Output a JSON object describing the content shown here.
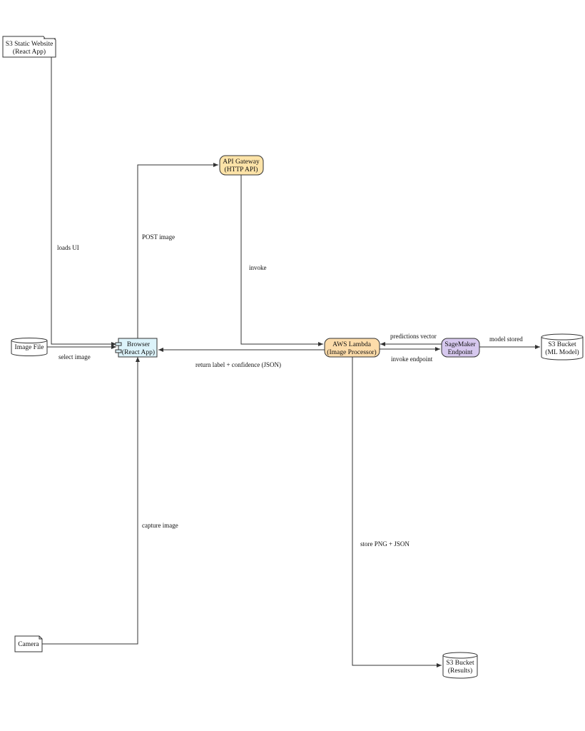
{
  "colors": {
    "gateway_fill": "#fde3a8",
    "lambda_fill": "#fddcaa",
    "sagemaker_fill": "#d6c8ee",
    "browser_fill": "#dcf3fa",
    "plain_fill": "#ffffff",
    "stroke": "#333333"
  },
  "nodes": {
    "s3_website": {
      "line1": "S3 Static Website",
      "line2": "(React App)",
      "icon": "folder-icon"
    },
    "image_file": {
      "line1": "Image File",
      "icon": "storage-cylinder-icon"
    },
    "browser": {
      "line1": "Browser",
      "line2": "(React App)",
      "icon": "component-icon"
    },
    "api_gateway": {
      "line1": "API Gateway",
      "line2": "(HTTP API)"
    },
    "lambda": {
      "line1": "AWS Lambda",
      "line2": "(Image Processor)"
    },
    "sagemaker": {
      "line1": "SageMaker",
      "line2": "Endpoint"
    },
    "s3_model": {
      "line1": "S3 Bucket",
      "line2": "(ML Model)",
      "icon": "storage-cylinder-icon"
    },
    "camera": {
      "line1": "Camera",
      "icon": "document-icon"
    },
    "s3_results": {
      "line1": "S3 Bucket",
      "line2": "(Results)",
      "icon": "storage-cylinder-icon"
    }
  },
  "edges": {
    "loads_ui": "loads UI",
    "select_image": "select image",
    "post_image": "POST image",
    "invoke": "invoke",
    "return_label": "return label + confidence (JSON)",
    "predictions_vector": "predictions vector",
    "invoke_endpoint": "invoke endpoint",
    "model_stored": "model stored",
    "capture_image": "capture image",
    "store_png": "store PNG + JSON"
  }
}
